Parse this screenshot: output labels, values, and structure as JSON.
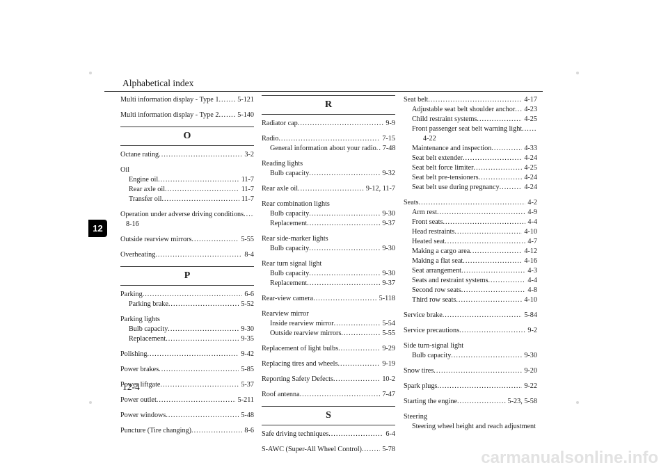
{
  "header": {
    "title": "Alphabetical index"
  },
  "footer": {
    "page_number": "12-4"
  },
  "chapter_tab": "12",
  "watermark": "carmanualsonline.info",
  "col1": {
    "m1": {
      "t": "Multi information display - Type 1",
      "p": "5-121"
    },
    "m2": {
      "t": "Multi information display - Type 2",
      "p": "5-140"
    },
    "O": "O",
    "octane": {
      "t": "Octane rating",
      "p": "3-2"
    },
    "oil": "Oil",
    "engine_oil": {
      "t": "Engine oil",
      "p": "11-7"
    },
    "rear_axle_oil": {
      "t": "Rear axle oil",
      "p": "11-7"
    },
    "transfer_oil": {
      "t": "Transfer oil",
      "p": "11-7"
    },
    "adverse": {
      "t": "Operation under adverse driving conditions",
      "p": "8-16"
    },
    "outside_mirrors": {
      "t": "Outside rearview mirrors",
      "p": "5-55"
    },
    "overheating": {
      "t": "Overheating",
      "p": "8-4"
    },
    "P": "P",
    "parking": {
      "t": "Parking",
      "p": "6-6"
    },
    "parking_brake": {
      "t": "Parking brake",
      "p": "5-52"
    },
    "parking_lights": "Parking lights",
    "pl_bulb": {
      "t": "Bulb capacity",
      "p": "9-30"
    },
    "pl_replace": {
      "t": "Replacement",
      "p": "9-35"
    },
    "polishing": {
      "t": "Polishing",
      "p": "9-42"
    },
    "power_brakes": {
      "t": "Power brakes",
      "p": "5-85"
    },
    "power_liftgate": {
      "t": "Power liftgate",
      "p": "5-37"
    },
    "power_outlet": {
      "t": "Power outlet",
      "p": "5-211"
    },
    "power_windows": {
      "t": "Power windows",
      "p": "5-48"
    },
    "puncture": {
      "t": "Puncture (Tire changing)",
      "p": "8-6"
    }
  },
  "col2": {
    "R": "R",
    "radiator": {
      "t": "Radiator cap",
      "p": "9-9"
    },
    "radio": {
      "t": "Radio",
      "p": "7-15"
    },
    "radio_general": {
      "t": "General information about your radio",
      "p": "7-48"
    },
    "reading": "Reading lights",
    "reading_bulb": {
      "t": "Bulb capacity",
      "p": "9-32"
    },
    "rear_axle_oil": {
      "t": "Rear axle oil",
      "p": "9-12, 11-7"
    },
    "rear_combo": "Rear combination lights",
    "rc_bulb": {
      "t": "Bulb capacity",
      "p": "9-30"
    },
    "rc_replace": {
      "t": "Replacement",
      "p": "9-37"
    },
    "rear_side": "Rear side-marker lights",
    "rs_bulb": {
      "t": "Bulb capacity",
      "p": "9-30"
    },
    "rear_turn": "Rear turn signal light",
    "rt_bulb": {
      "t": "Bulb capacity",
      "p": "9-30"
    },
    "rt_replace": {
      "t": "Replacement",
      "p": "9-37"
    },
    "rear_camera": {
      "t": "Rear-view camera",
      "p": "5-118"
    },
    "rearview_mirror": "Rearview mirror",
    "inside_mirror": {
      "t": "Inside rearview mirror",
      "p": "5-54"
    },
    "outside_mirror": {
      "t": "Outside rearview mirrors",
      "p": "5-55"
    },
    "replace_bulbs": {
      "t": "Replacement of light bulbs",
      "p": "9-29"
    },
    "replace_tires": {
      "t": "Replacing tires and wheels",
      "p": "9-19"
    },
    "safety_defects": {
      "t": "Reporting Safety Defects",
      "p": "10-2"
    },
    "roof_antenna": {
      "t": "Roof antenna",
      "p": "7-47"
    },
    "S": "S",
    "safe_driving": {
      "t": "Safe driving techniques",
      "p": "6-4"
    },
    "sawc": {
      "t": "S-AWC (Super-All Wheel Control)",
      "p": "5-78"
    }
  },
  "col3": {
    "seat_belt": {
      "t": "Seat belt",
      "p": "4-17"
    },
    "adj_anchor": {
      "t": "Adjustable seat belt shoulder anchor",
      "p": "4-23"
    },
    "child_restraint": {
      "t": "Child restraint systems",
      "p": "4-25"
    },
    "front_warning": {
      "t": "Front passenger seat belt warning light",
      "p": "4-22"
    },
    "maintenance": {
      "t": "Maintenance and inspection",
      "p": "4-33"
    },
    "extender": {
      "t": "Seat belt extender",
      "p": "4-24"
    },
    "force_limiter": {
      "t": "Seat belt force limiter",
      "p": "4-25"
    },
    "pretensioners": {
      "t": "Seat belt pre-tensioners",
      "p": "4-24"
    },
    "pregnancy": {
      "t": "Seat belt use during pregnancy",
      "p": "4-24"
    },
    "seats": {
      "t": "Seats",
      "p": "4-2"
    },
    "arm_rest": {
      "t": "Arm rest",
      "p": "4-9"
    },
    "front_seats": {
      "t": "Front seats",
      "p": "4-4"
    },
    "head_restraints": {
      "t": "Head restraints",
      "p": "4-10"
    },
    "heated_seat": {
      "t": "Heated seat",
      "p": "4-7"
    },
    "cargo_area": {
      "t": "Making a cargo area",
      "p": "4-12"
    },
    "flat_seat": {
      "t": "Making a flat seat",
      "p": "4-16"
    },
    "seat_arrangement": {
      "t": "Seat arrangement",
      "p": "4-3"
    },
    "seats_restraint": {
      "t": "Seats and restraint systems",
      "p": "4-4"
    },
    "second_row": {
      "t": "Second row seats",
      "p": "4-8"
    },
    "third_row": {
      "t": "Third row seats",
      "p": "4-10"
    },
    "service_brake": {
      "t": "Service brake",
      "p": "5-84"
    },
    "service_precautions": {
      "t": "Service precautions",
      "p": "9-2"
    },
    "side_turn": "Side turn-signal light",
    "st_bulb": {
      "t": "Bulb capacity",
      "p": "9-30"
    },
    "snow_tires": {
      "t": "Snow tires",
      "p": "9-20"
    },
    "spark_plugs": {
      "t": "Spark plugs",
      "p": "9-22"
    },
    "starting_engine": {
      "t": "Starting the engine",
      "p": "5-23, 5-58"
    },
    "steering": "Steering",
    "steering_wheel": "Steering wheel height and reach adjustment"
  }
}
